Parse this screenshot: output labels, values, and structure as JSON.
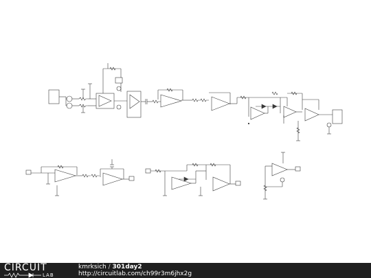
{
  "footer": {
    "logo_top": "CIRCUIT",
    "logo_lab": "LAB",
    "author": "kmrksich",
    "separator": "/",
    "title": "301day2",
    "url": "http://circuitlab.com/ch99r3m6jhx2g"
  },
  "schematic": {
    "line_color": "#3a3a3a",
    "opamp_fill": "#ffffff",
    "block_labels": [],
    "parts": []
  }
}
